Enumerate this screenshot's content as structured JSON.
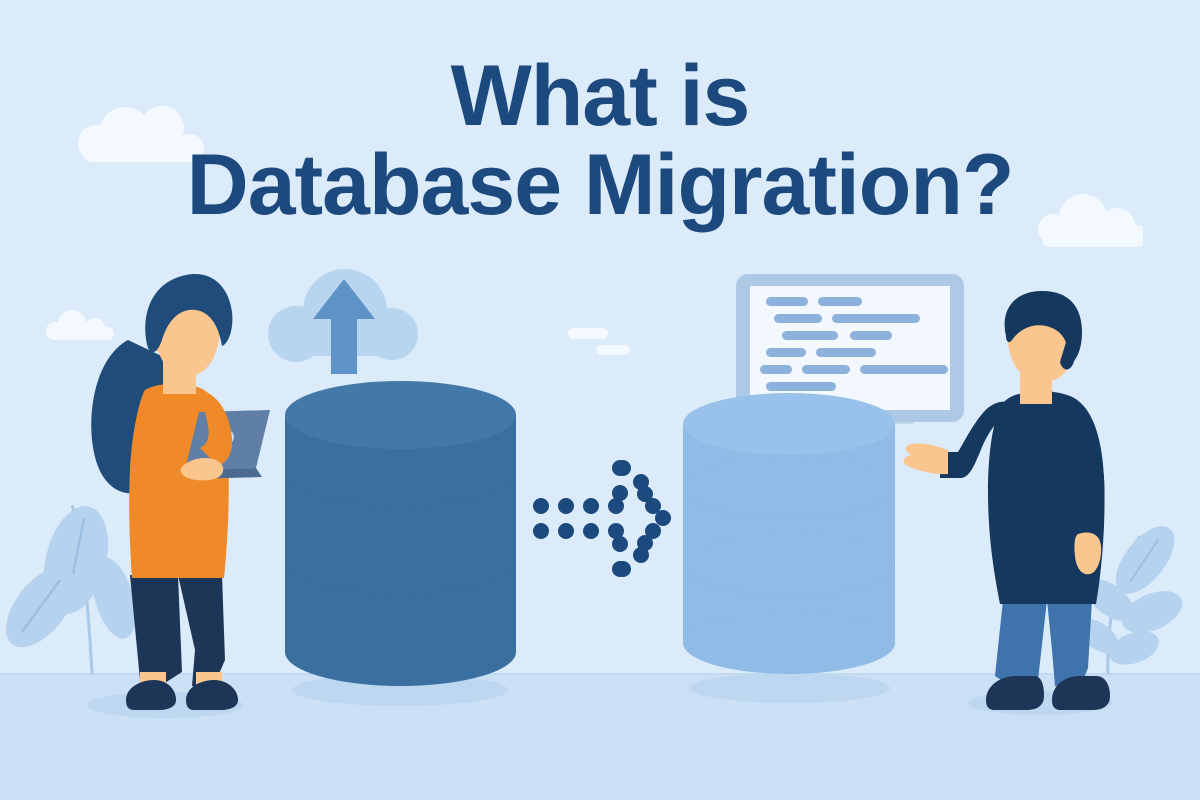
{
  "illustration": {
    "alt_name": "database-migration-illustration",
    "background_color": "#dcebf9",
    "floor_color": "#cbe0f4",
    "accent_dark_blue": "#1c4a7e",
    "accent_light_blue": "#79aadf",
    "accent_orange": "#f08a28",
    "skin_color": "#fbc58e"
  },
  "title": {
    "line1": "What is",
    "line2": "Database Migration?",
    "color": "#1c4a7e"
  },
  "left_character": {
    "name": "woman-with-laptop",
    "hair_color": "#1f4c7a",
    "shirt_color": "#f08a28",
    "pants_color": "#1d3557",
    "shoe_color": "#1d3557",
    "laptop_color": "#5f7fa6"
  },
  "right_character": {
    "name": "man-pointing",
    "hair_color": "#15385f",
    "sweater_color": "#15385f",
    "pants_color": "#3f73ab",
    "shoe_color": "#1d3557"
  },
  "source_database": {
    "name": "source-database-cylinder",
    "color": "#3a6f9f",
    "band_color": "#2d5c87",
    "top_color": "#4379a9",
    "disk_count": 3
  },
  "target_database": {
    "name": "target-database-cylinder",
    "color": "#8fbbe6",
    "band_color": "#72a7da",
    "top_color": "#99c2ea",
    "disk_count": 3
  },
  "cloud_upload_icon": {
    "name": "cloud-upload-icon",
    "cloud_color": "#b8d5ef",
    "arrow_color": "#5f93c7"
  },
  "migration_arrow": {
    "name": "dotted-arrow-right",
    "dot_color": "#1c4a7e",
    "direction": "right"
  },
  "code_monitor": {
    "name": "code-monitor",
    "frame_color": "#adc9e5",
    "screen_color": "#f2f8fd",
    "code_bar_color": "#8cb1da",
    "code_lines": [
      [
        40,
        42
      ],
      [
        48,
        110
      ],
      [
        56,
        42
      ],
      [
        40,
        60
      ],
      [
        32,
        48,
        110
      ],
      [
        70
      ]
    ]
  },
  "decor": {
    "clouds": [
      {
        "name": "cloud-top-left"
      },
      {
        "name": "cloud-mid-left"
      },
      {
        "name": "cloud-right"
      }
    ],
    "plants": [
      {
        "name": "plant-left"
      },
      {
        "name": "plant-right"
      }
    ],
    "dashes": [
      {
        "name": "dash-upper"
      },
      {
        "name": "dash-lower"
      }
    ]
  }
}
